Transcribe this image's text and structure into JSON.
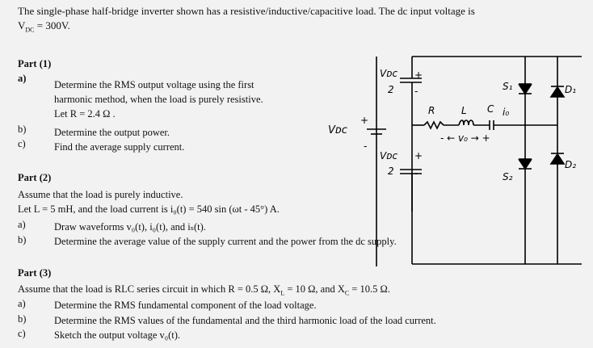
{
  "header": {
    "line1": "The single-phase half-bridge inverter shown has a resistive/inductive/capacitive load. The dc input voltage is",
    "vdc_symbol": "V",
    "vdc_sub": "DC",
    "vdc_value": " = 300V."
  },
  "part1": {
    "title": "Part (1)",
    "a_label": "a)",
    "a_line1": "Determine the RMS output voltage using the first",
    "a_line2": "harmonic method, when the load is purely resistive.",
    "a_line3": "Let R = 2.4 Ω .",
    "b_label": "b)",
    "b_text": "Determine the output power.",
    "c_label": "c)",
    "c_text": "Find the average supply current."
  },
  "part2": {
    "title": "Part (2)",
    "line1": "Assume that the load is purely inductive.",
    "line2": "Let L = 5 mH, and the load current is i₀(t) = 540 sin (ωt - 45°) A.",
    "a_label": "a)",
    "a_text": "Draw waveforms v₀(t), i₀(t), and iₛ(t).",
    "b_label": "b)",
    "b_text": "Determine the average value of the supply current and the power from the dc supply."
  },
  "part3": {
    "title": "Part (3)",
    "line1": "Assume that the load is RLC series circuit in which R = 0.5 Ω, X",
    "line1_sub": "L",
    "line1_b": " = 10 Ω, and X",
    "line1_sub2": "C",
    "line1_c": " = 10.5 Ω.",
    "a_label": "a)",
    "a_text": "Determine the RMS fundamental component of the load voltage.",
    "b_label": "b)",
    "b_text": "Determine the RMS values of the fundamental and the third harmonic load of the load current.",
    "c_label": "c)",
    "c_text": "Sketch the output voltage v₀(t)."
  },
  "circuit": {
    "vdc_top": "Vᴅᴄ",
    "two_top": "2",
    "vdc_bottom": "Vᴅᴄ",
    "two_bottom": "2",
    "vdc_main": "Vᴅᴄ",
    "plus": "+",
    "minus": "-",
    "R": "R",
    "L": "L",
    "C": "C",
    "io": "i₀",
    "vo": "- ← v₀ → +",
    "S1": "S₁",
    "S2": "S₂",
    "D1": "D₁",
    "D2": "D₂"
  }
}
